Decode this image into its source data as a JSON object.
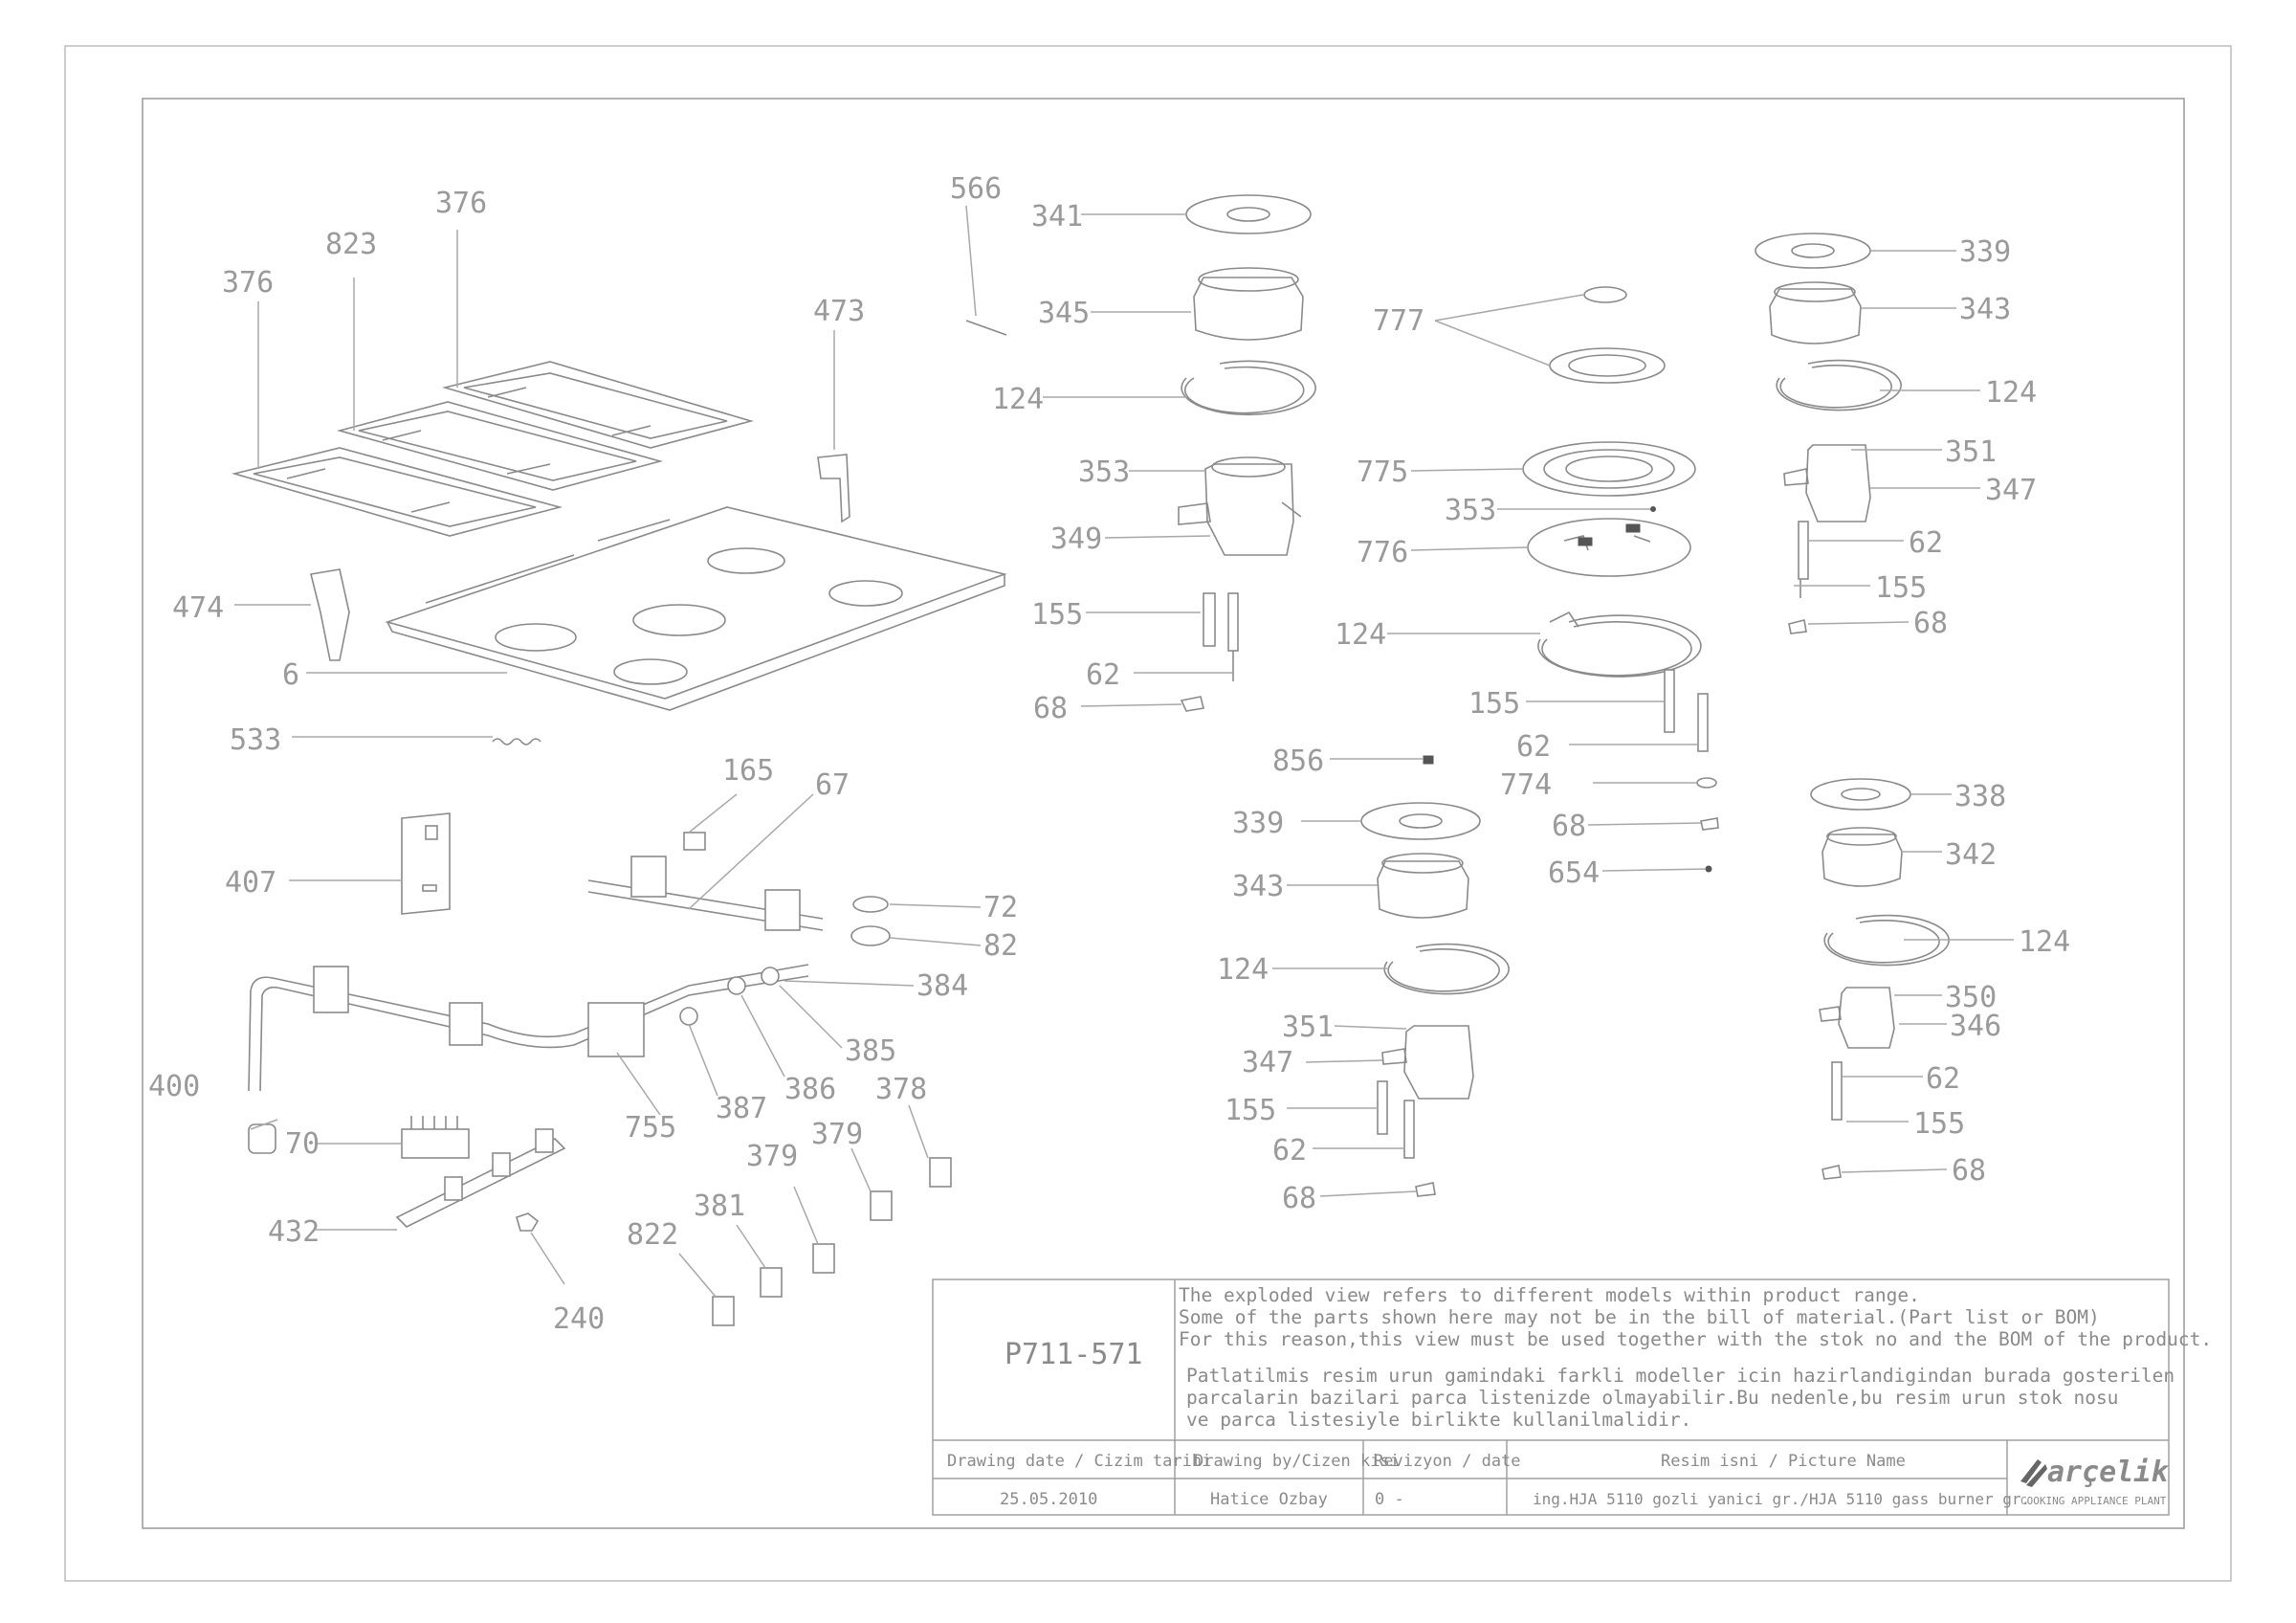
{
  "drawing": {
    "title_block": {
      "code": "P711-571",
      "note_en": [
        "The exploded view refers to different models within product range.",
        "Some of the parts shown here may not be in the bill of material.(Part list or BOM)",
        "For this reason,this view must be used together with the stok no and the BOM of the product."
      ],
      "note_tr": [
        "Patlatilmis resim urun gamindaki farkli modeller icin hazirlandigindan burada gosterilen",
        "parcalarin bazilari parca listenizde olmayabilir.Bu nedenle,bu resim urun stok nosu",
        "ve parca listesiyle birlikte kullanilmalidir."
      ],
      "headers": [
        "Drawing date / Cizim tarihi",
        "Drawing by/Cizen kisi",
        "Revizyon / date",
        "Resim isni / Picture Name"
      ],
      "values": [
        "25.05.2010",
        "Hatice Ozbay",
        "0 -",
        "ing.HJA 5110 gozli yanici gr./HJA 5110 gass burner gr."
      ],
      "logo_text": "arçelik",
      "logo_sub": "COOKING APPLIANCE PLANT"
    },
    "part_labels": [
      "376",
      "823",
      "376",
      "474",
      "6",
      "533",
      "473",
      "566",
      "165",
      "67",
      "407",
      "72",
      "82",
      "384",
      "385",
      "386",
      "387",
      "755",
      "400",
      "70",
      "432",
      "240",
      "378",
      "379",
      "379",
      "381",
      "822",
      "341",
      "345",
      "124",
      "353",
      "349",
      "155",
      "62",
      "68",
      "777",
      "775",
      "353",
      "776",
      "124",
      "155",
      "62",
      "856",
      "774",
      "68",
      "654",
      "339",
      "343",
      "124",
      "351",
      "347",
      "155",
      "62",
      "68",
      "339",
      "343",
      "124",
      "351",
      "347",
      "62",
      "155",
      "68",
      "338",
      "342",
      "124",
      "350",
      "346",
      "62",
      "155",
      "68"
    ]
  }
}
